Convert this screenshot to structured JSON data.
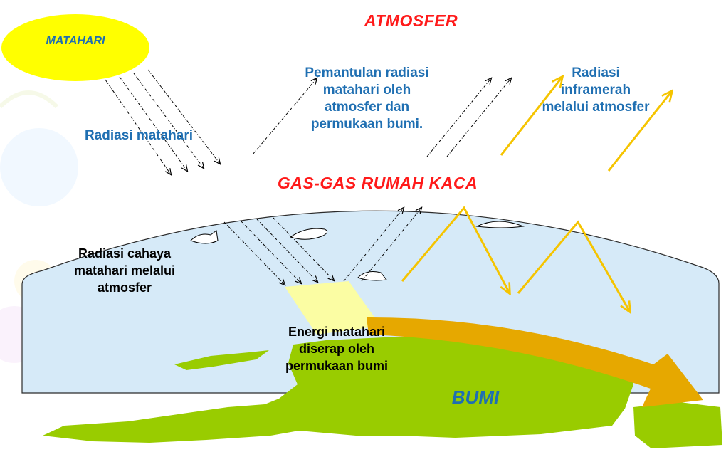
{
  "labels": {
    "sun": "MATAHARI",
    "atmosphere": "ATMOSFER",
    "solar_radiation": "Radiasi matahari",
    "reflection_line1": "Pemantulan radiasi",
    "reflection_line2": "matahari oleh",
    "reflection_line3": "atmosfer dan",
    "reflection_line4": "permukaan bumi.",
    "infrared_line1": "Radiasi",
    "infrared_line2": "inframerah",
    "infrared_line3": "melalui atmosfer",
    "greenhouse_gases": "GAS-GAS RUMAH KACA",
    "light_line1": "Radiasi cahaya",
    "light_line2": "matahari melalui",
    "light_line3": "atmosfer",
    "absorbed_line1": "Energi matahari",
    "absorbed_line2": "diserap oleh",
    "absorbed_line3": "permukaan bumi",
    "earth": "BUMI"
  },
  "colors": {
    "sun": "#ffff00",
    "atmosphere_dome": "#d6eaf8",
    "land": "#99cc00",
    "energy_arrow": "#e6a800",
    "infrared_arrow": "#f5c400",
    "title_red": "#ff1a1a",
    "label_blue": "#1f6fb2"
  }
}
